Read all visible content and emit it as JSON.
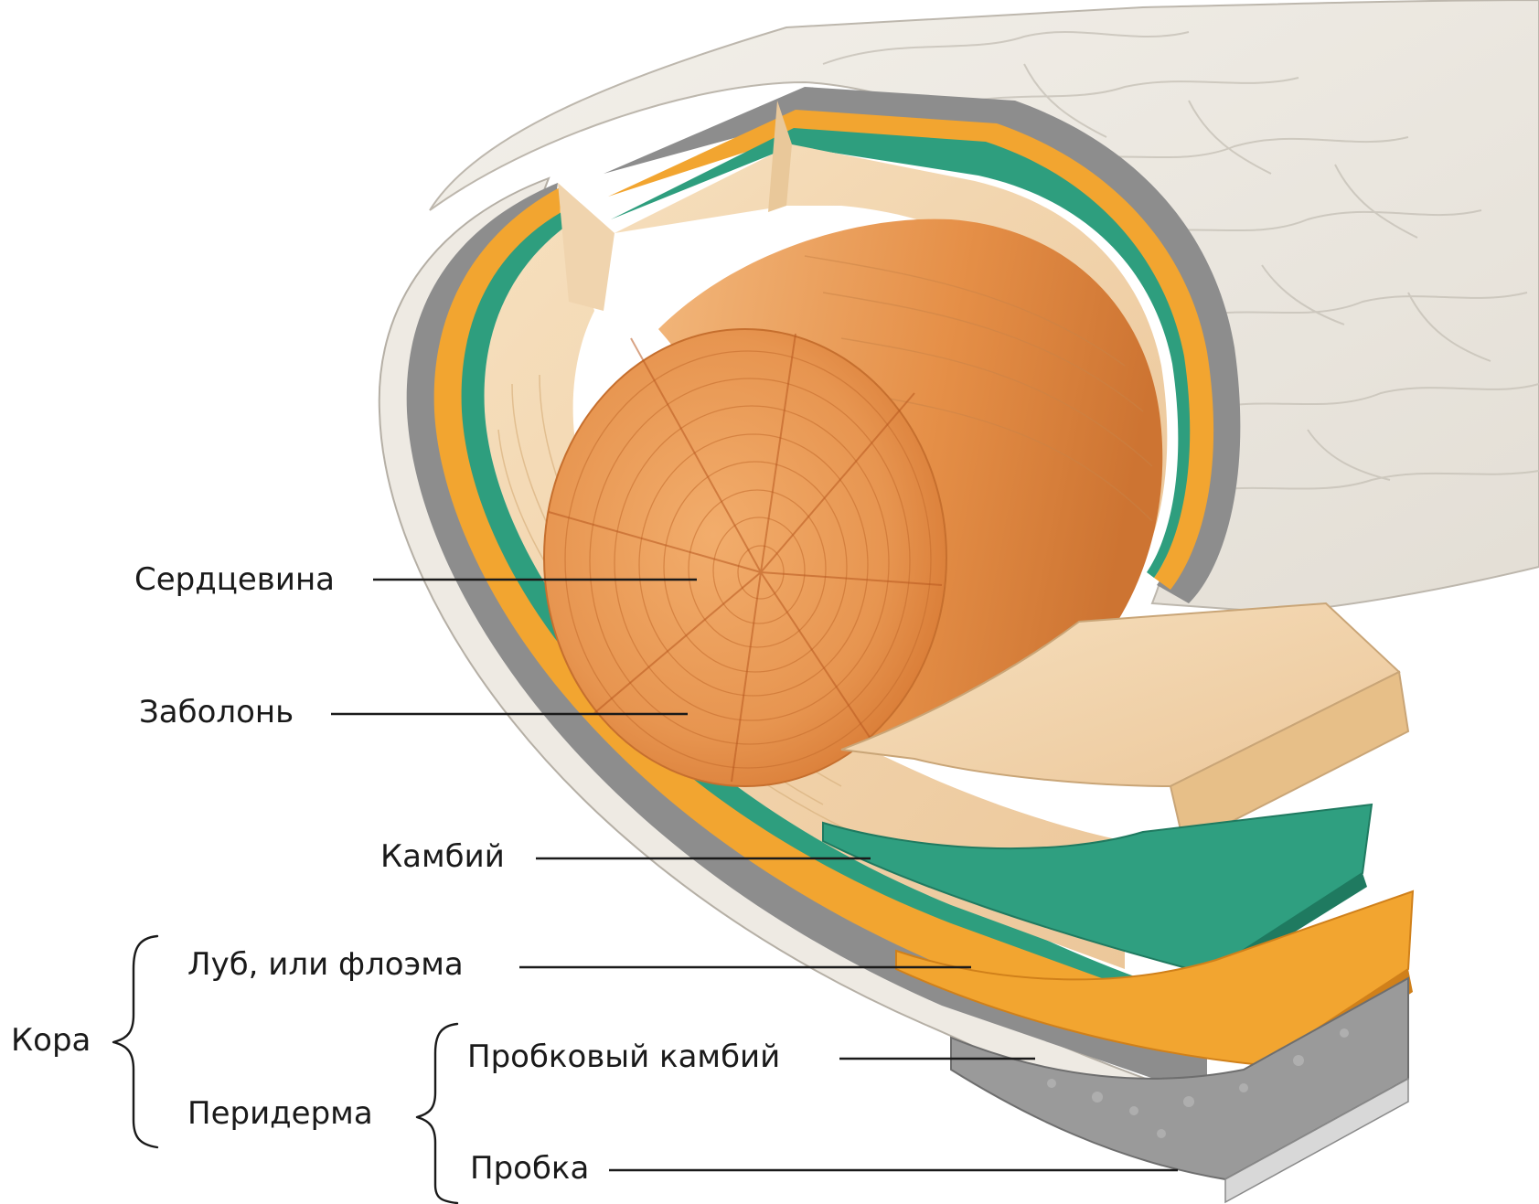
{
  "labels": {
    "pith": "Сердцевина",
    "sapwood": "Заболонь",
    "cambium": "Камбий",
    "phloem": "Луб, или флоэма",
    "cork_cambium": "Пробковый камбий",
    "cork": "Пробка",
    "periderm": "Перидерма",
    "bark": "Кора"
  },
  "colors": {
    "bark_outer": "#ebe7df",
    "cork": "#8c8c8c",
    "phloem": "#f2a530",
    "cambium": "#2e9e7e",
    "sapwood": "#f1d3a8",
    "heartwood": "#e59448"
  }
}
